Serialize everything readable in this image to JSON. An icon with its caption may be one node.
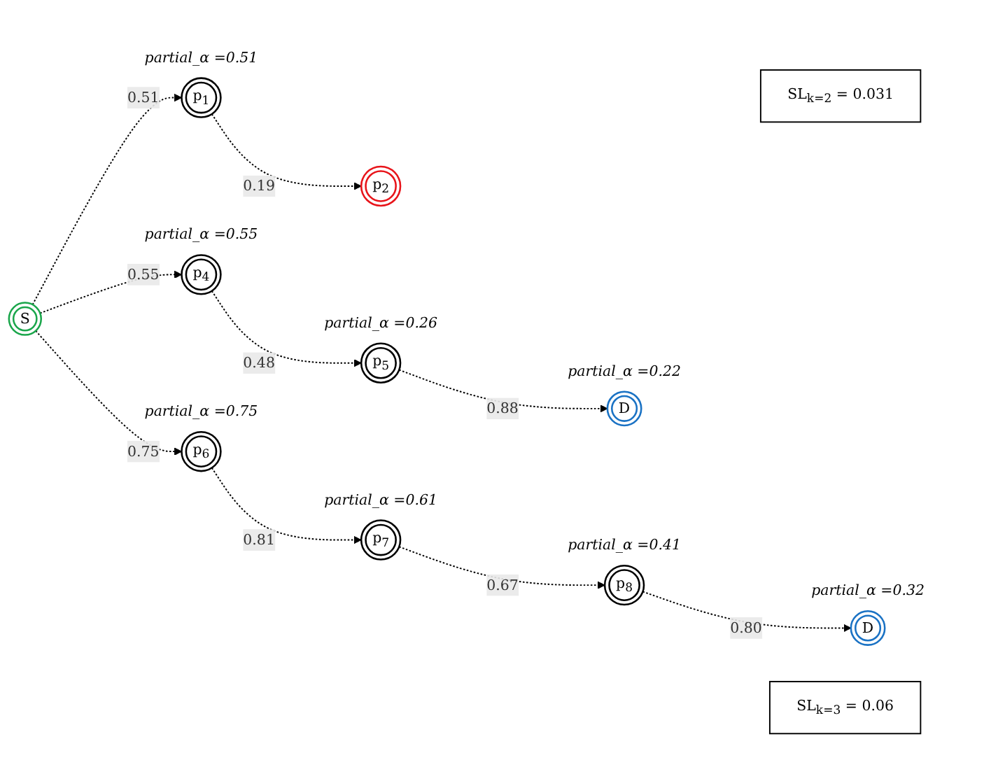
{
  "diagram": {
    "nodes": [
      {
        "text": [
          "S"
        ]
      },
      {
        "text": [
          "p$_{1}$"
        ],
        "beside": [
          "partial_α =0.51"
        ]
      },
      {
        "text": [
          "p$_{2}$"
        ]
      },
      {
        "text": [
          "p$_{4}$"
        ],
        "beside": [
          "partial_α =0.55"
        ]
      },
      {
        "text": [
          "p$_{5}$"
        ],
        "beside": [
          "partial_α =0.26"
        ]
      },
      {
        "text": [
          "D"
        ],
        "beside": [
          "partial_α =0.22"
        ]
      },
      {
        "text": [
          "p$_{6}$"
        ],
        "beside": [
          "partial_α =0.75"
        ]
      },
      {
        "text": [
          "p$_{7}$"
        ],
        "beside": [
          "partial_α =0.61"
        ]
      },
      {
        "text": [
          "p$_{8}$"
        ],
        "beside": [
          "partial_α =0.41"
        ]
      },
      {
        "text": [
          "D"
        ],
        "beside": [
          "partial_α =0.32"
        ]
      },
      {
        "text": [
          "SL$_{k=2}$ = 0.031"
        ]
      },
      {
        "text": [
          "SL$_{k=3}$ = 0.06"
        ]
      }
    ],
    "edges": [
      {
        "from": 0,
        "to": 1,
        "arrow": "to",
        "style": "dashed",
        "label": "0.51"
      },
      {
        "from": 1,
        "to": 2,
        "arrow": "to",
        "style": "dashed",
        "label": "0.19"
      },
      {
        "from": 0,
        "to": 3,
        "arrow": "to",
        "style": "dashed",
        "label": "0.55"
      },
      {
        "from": 3,
        "to": 4,
        "arrow": "to",
        "style": "dashed",
        "label": "0.48"
      },
      {
        "from": 4,
        "to": 5,
        "arrow": "to",
        "style": "dashed",
        "label": "0.88"
      },
      {
        "from": 0,
        "to": 6,
        "arrow": "to",
        "style": "dashed",
        "label": "0.75"
      },
      {
        "from": 6,
        "to": 7,
        "arrow": "to",
        "style": "dashed",
        "label": "0.81"
      },
      {
        "from": 7,
        "to": 8,
        "arrow": "to",
        "style": "dashed",
        "label": "0.67"
      },
      {
        "from": 8,
        "to": 9,
        "arrow": "to",
        "style": "dashed",
        "label": "0.80"
      }
    ]
  }
}
